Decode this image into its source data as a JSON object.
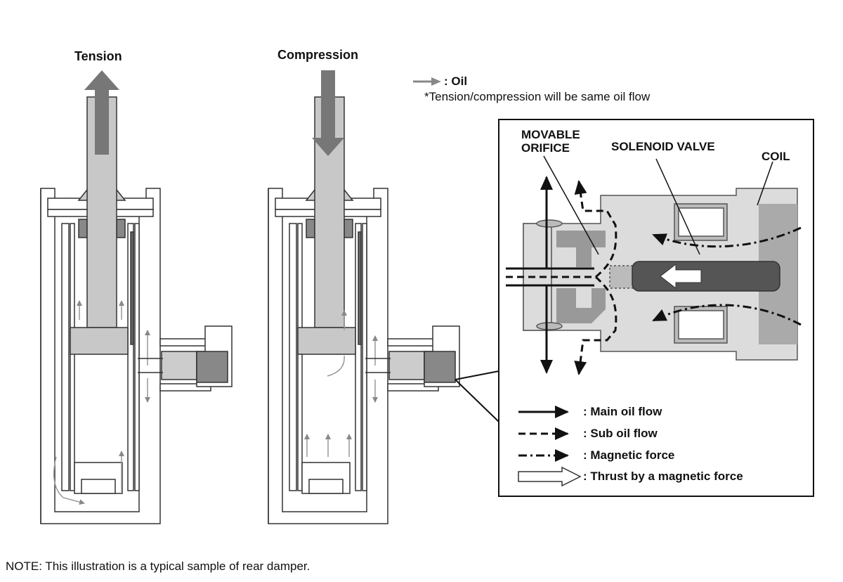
{
  "tension_title": "Tension",
  "compression_title": "Compression",
  "oil_legend": ": Oil",
  "oil_note": "*Tension/compression will be same oil flow",
  "detail": {
    "movable_orifice": [
      "MOVABLE",
      "ORIFICE"
    ],
    "solenoid_valve": "SOLENOID VALVE",
    "coil": "COIL"
  },
  "legend": [
    {
      "style": "solid",
      "label": ": Main oil flow"
    },
    {
      "style": "dashed",
      "label": ": Sub oil flow"
    },
    {
      "style": "dash-dot",
      "label": ": Magnetic force"
    },
    {
      "style": "hollow",
      "label": ": Thrust by a magnetic force"
    }
  ],
  "note": "NOTE: This illustration is a typical sample of rear damper."
}
